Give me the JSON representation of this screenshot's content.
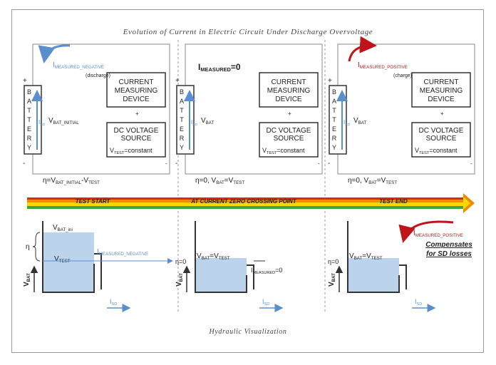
{
  "title": "Evolution of Current in Electric Circuit Under Discharge Overvoltage",
  "caption": "Hydraulic Visualization",
  "colors": {
    "blue": "#5a8fcf",
    "red": "#c0141b",
    "fill": "#bcd3ec",
    "stripeYellow": "#f5d800",
    "stripeOrange": "#f08a00",
    "stripeGreen": "#3aa640",
    "stripeRed": "#d62b1f"
  },
  "circuit": {
    "battery_letters": [
      "B",
      "A",
      "T",
      "T",
      "E",
      "R",
      "Y"
    ],
    "plus": "+",
    "minus": "-",
    "isd": {
      "main": "I",
      "sub": "SD"
    },
    "device": [
      "CURRENT",
      "MEASURING",
      "DEVICE"
    ],
    "source": [
      "DC VOLTAGE",
      "SOURCE"
    ],
    "vtest": {
      "main": "V",
      "sub": "TEST",
      "tail": "=constant"
    }
  },
  "panels": [
    {
      "current": {
        "main": "I",
        "sub": "MEASURED_NEGATIVE",
        "note": "(discharge)"
      },
      "vbat": {
        "main": "V",
        "sub": "BAT_INITIAL"
      },
      "eta": "η=V",
      "eta_sub1": "BAT_INITIAL",
      "eta_mid": "-V",
      "eta_sub2": "TEST",
      "eta_tail": ""
    },
    {
      "current": {
        "main": "I",
        "sub": "MEASURED",
        "tail": "=0"
      },
      "vbat": {
        "main": "V",
        "sub": "BAT"
      },
      "eta": "η=0, V",
      "eta_sub1": "BAT",
      "eta_mid": "=V",
      "eta_sub2": "TEST",
      "eta_tail": ""
    },
    {
      "current": {
        "main": "I",
        "sub": "MEASURED_POSITIVE",
        "note": "(charge)"
      },
      "vbat": {
        "main": "V",
        "sub": "BAT"
      },
      "eta": "η=0,  V",
      "eta_sub1": "BAT",
      "eta_mid": "=V",
      "eta_sub2": "TEST",
      "eta_tail": ""
    }
  ],
  "timeline": [
    "TEST START",
    "AT CURRENT ZERO CROSSING POINT",
    "TEST END"
  ],
  "hydraulic": {
    "vbat_axis": {
      "main": "V",
      "sub": "BAT"
    },
    "isd": {
      "main": "I",
      "sub": "SD"
    },
    "p1": {
      "vbat_ini": {
        "main": "V",
        "sub": "BAT_ini"
      },
      "vtest": {
        "main": "V",
        "sub": "TEST"
      },
      "eta": "η",
      "flow": {
        "main": "I",
        "sub": "MEASURED_NEGATIVE"
      }
    },
    "p2": {
      "eta": "η=0",
      "eq": {
        "a": "V",
        "asub": "BAT",
        "b": "=V",
        "bsub": "TEST"
      },
      "flow": {
        "main": "I",
        "sub": "MEASURED",
        "tail": "=0"
      }
    },
    "p3": {
      "eta": "η=0",
      "eq": {
        "a": "V",
        "asub": "BAT",
        "b": "=V",
        "bsub": "TEST"
      },
      "flow": {
        "main": "I",
        "sub": "MEASURED_POSITIVE"
      },
      "compensates": [
        "Compensates",
        "for SD losses"
      ]
    }
  }
}
